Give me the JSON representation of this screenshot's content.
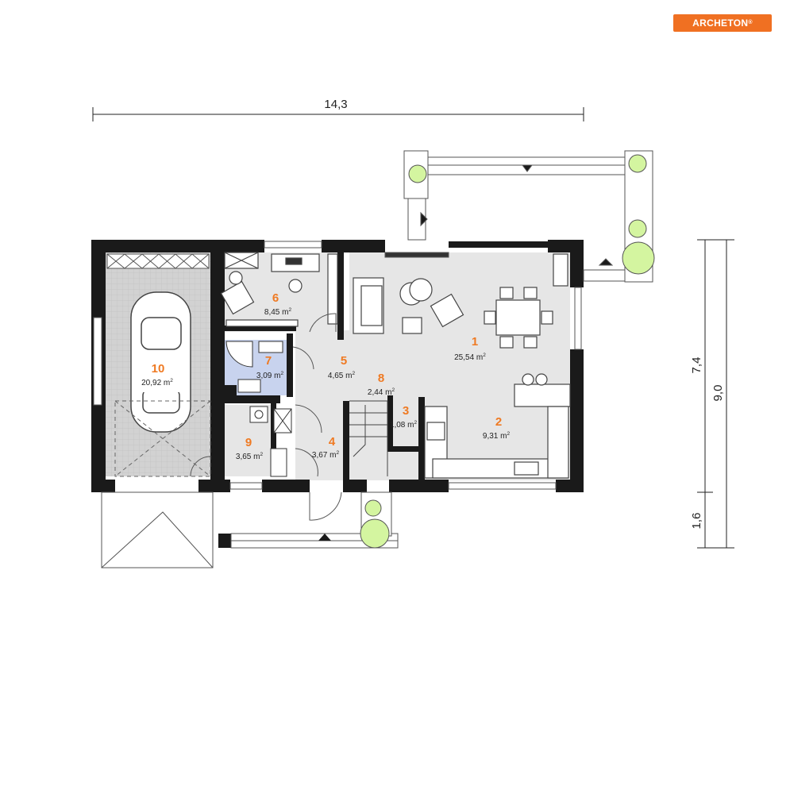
{
  "brand": {
    "name": "ARCHETON",
    "reg": "®",
    "color": "#f07022"
  },
  "dimensions": {
    "width_total": "14,3",
    "height_main": "7,4",
    "height_total": "9,0",
    "height_terrace": "1,6"
  },
  "rooms": [
    {
      "num": "1",
      "area": "25,54 m",
      "sup": "2"
    },
    {
      "num": "2",
      "area": "9,31 m",
      "sup": "2"
    },
    {
      "num": "3",
      "area": "1,08 m",
      "sup": "2"
    },
    {
      "num": "4",
      "area": "3,67 m",
      "sup": "2"
    },
    {
      "num": "5",
      "area": "4,65 m",
      "sup": "2"
    },
    {
      "num": "6",
      "area": "8,45 m",
      "sup": "2"
    },
    {
      "num": "7",
      "area": "3,09 m",
      "sup": "2"
    },
    {
      "num": "8",
      "area": "2,44 m",
      "sup": "2"
    },
    {
      "num": "9",
      "area": "3,65 m",
      "sup": "2"
    },
    {
      "num": "10",
      "area": "20,92 m",
      "sup": "2"
    }
  ],
  "colors": {
    "wall": "#1a1a1a",
    "floor": "#e6e6e6",
    "bath": "#c8d3ee",
    "garage": "#d2d2d2",
    "tree": "#d4f5a0",
    "accent": "#ef7a23"
  }
}
